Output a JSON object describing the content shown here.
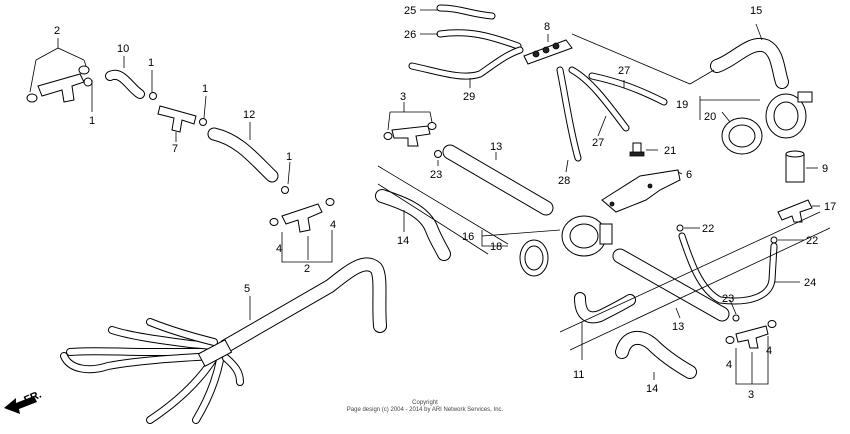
{
  "callouts": [
    {
      "id": "c2a",
      "text": "2"
    },
    {
      "id": "c10",
      "text": "10"
    },
    {
      "id": "c1a",
      "text": "1"
    },
    {
      "id": "c1b",
      "text": "1"
    },
    {
      "id": "c1c",
      "text": "1"
    },
    {
      "id": "c7",
      "text": "7"
    },
    {
      "id": "c12",
      "text": "12"
    },
    {
      "id": "c1d",
      "text": "1"
    },
    {
      "id": "c4a",
      "text": "4"
    },
    {
      "id": "c4b",
      "text": "4"
    },
    {
      "id": "c2b",
      "text": "2"
    },
    {
      "id": "c5",
      "text": "5"
    },
    {
      "id": "c25",
      "text": "25"
    },
    {
      "id": "c26",
      "text": "26"
    },
    {
      "id": "c8",
      "text": "8"
    },
    {
      "id": "c29",
      "text": "29"
    },
    {
      "id": "c3a",
      "text": "3"
    },
    {
      "id": "c23a",
      "text": "23"
    },
    {
      "id": "c13a",
      "text": "13"
    },
    {
      "id": "c14a",
      "text": "14"
    },
    {
      "id": "c16",
      "text": "16"
    },
    {
      "id": "c18",
      "text": "18"
    },
    {
      "id": "c27a",
      "text": "27"
    },
    {
      "id": "c27b",
      "text": "27"
    },
    {
      "id": "c28",
      "text": "28"
    },
    {
      "id": "c21",
      "text": "21"
    },
    {
      "id": "c6",
      "text": "6"
    },
    {
      "id": "c15",
      "text": "15"
    },
    {
      "id": "c19",
      "text": "19"
    },
    {
      "id": "c20",
      "text": "20"
    },
    {
      "id": "c9",
      "text": "9"
    },
    {
      "id": "c17",
      "text": "17"
    },
    {
      "id": "c22a",
      "text": "22"
    },
    {
      "id": "c22b",
      "text": "22"
    },
    {
      "id": "c24",
      "text": "24"
    },
    {
      "id": "c13b",
      "text": "13"
    },
    {
      "id": "c23b",
      "text": "23"
    },
    {
      "id": "c11",
      "text": "11"
    },
    {
      "id": "c14b",
      "text": "14"
    },
    {
      "id": "c4c",
      "text": "4"
    },
    {
      "id": "c4d",
      "text": "4"
    },
    {
      "id": "c3b",
      "text": "3"
    }
  ],
  "direction_label": "FR.",
  "copyright": {
    "line1": "Copyright",
    "line2": "Page design (c) 2004 - 2014 by ARI Network Services, Inc."
  }
}
